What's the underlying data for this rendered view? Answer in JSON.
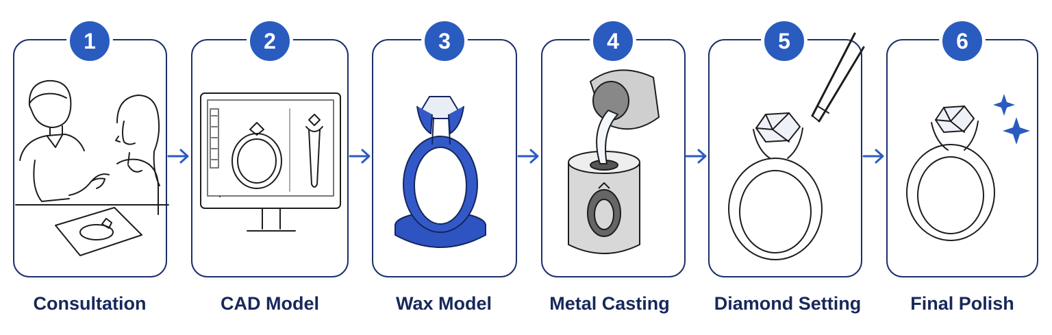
{
  "colors": {
    "accent": "#2a5bbf",
    "outline": "#1b2f6b",
    "label": "#17285a",
    "wax": "#3359c9"
  },
  "steps": [
    {
      "number": "1",
      "label": "Consultation",
      "icon": "consultation-icon"
    },
    {
      "number": "2",
      "label": "CAD Model",
      "icon": "cad-monitor-icon"
    },
    {
      "number": "3",
      "label": "Wax Model",
      "icon": "wax-ring-icon"
    },
    {
      "number": "4",
      "label": "Metal Casting",
      "icon": "casting-crucible-icon"
    },
    {
      "number": "5",
      "label": "Diamond Setting",
      "icon": "tweezers-ring-icon"
    },
    {
      "number": "6",
      "label": "Final Polish",
      "icon": "sparkle-ring-icon"
    }
  ]
}
